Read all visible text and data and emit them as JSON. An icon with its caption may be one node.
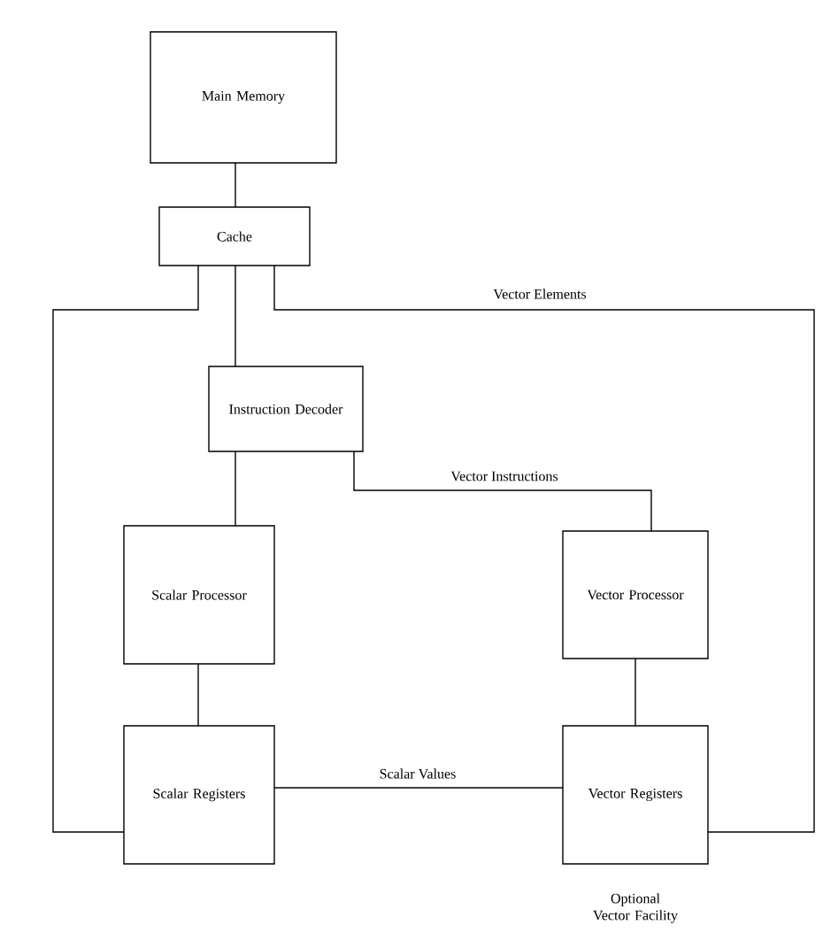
{
  "diagram": {
    "nodes": [
      {
        "text": [
          "Main Memory"
        ]
      },
      {
        "text": [
          "Cache"
        ]
      },
      {
        "text": [
          "Instruction Decoder"
        ]
      },
      {
        "text": [
          "Scalar Processor"
        ]
      },
      {
        "text": [
          "Vector Processor"
        ]
      },
      {
        "text": [
          "Scalar Registers"
        ]
      },
      {
        "text": [
          "Vector Registers"
        ]
      }
    ],
    "edges": [
      {
        "from": 0,
        "to": 1,
        "arrow": "none"
      },
      {
        "from": 1,
        "to": 2,
        "arrow": "none"
      },
      {
        "from": 2,
        "to": 3,
        "arrow": "none"
      },
      {
        "from": 2,
        "to": 4,
        "arrow": "none",
        "label": "Vector Instructions"
      },
      {
        "from": 3,
        "to": 5,
        "arrow": "none"
      },
      {
        "from": 4,
        "to": 6,
        "arrow": "none"
      },
      {
        "from": 5,
        "to": 6,
        "arrow": "none",
        "label": "Scalar Values"
      },
      {
        "from": 1,
        "to": 5,
        "arrow": "none"
      },
      {
        "from": 1,
        "to": 6,
        "arrow": "none",
        "label": "Vector Elements"
      }
    ],
    "labels": [
      "Optional Vector Facility"
    ]
  }
}
